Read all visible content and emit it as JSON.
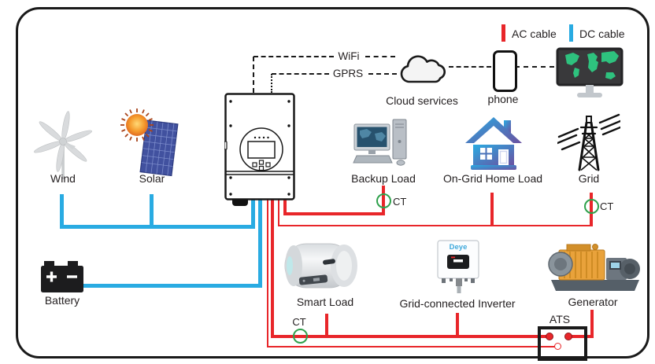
{
  "legend": {
    "ac_label": "AC cable",
    "dc_label": "DC cable"
  },
  "comm": {
    "wifi": "WiFi",
    "gprs": "GPRS",
    "cloud": "Cloud services",
    "phone": "phone"
  },
  "labels": {
    "wind": "Wind",
    "solar": "Solar",
    "battery": "Battery",
    "backup_load": "Backup Load",
    "ongrid_home_load": "On-Grid Home Load",
    "grid": "Grid",
    "smart_load": "Smart Load",
    "grid_connected_inverter": "Grid-connected Inverter",
    "generator": "Generator",
    "ats": "ATS",
    "ct": "CT",
    "inverter_brand": "Deye"
  },
  "colors": {
    "ac_red": "#e8262a",
    "dc_blue": "#29abe2",
    "ct_green": "#2fa14c"
  }
}
